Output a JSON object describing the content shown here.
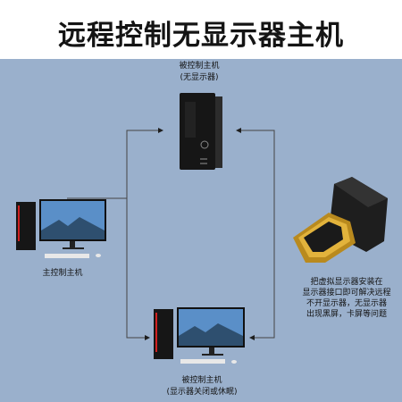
{
  "title": "远程控制无显示器主机",
  "host": {
    "line1": "被控制主机",
    "line2": "(无显示器)"
  },
  "master": {
    "label": "主控制主机"
  },
  "second_host": {
    "line1": "被控制主机",
    "line2": "(显示器关闭或休眠)"
  },
  "caption": [
    "把虚拟显示器安装在",
    "显示器接口即可解决远程",
    "不开显示器，无显示器",
    "出现黑屏，卡屏等问题"
  ],
  "colors": {
    "background": "#9ab0cc",
    "connector": "#1e1e1e",
    "gold": "#e2b33c"
  }
}
